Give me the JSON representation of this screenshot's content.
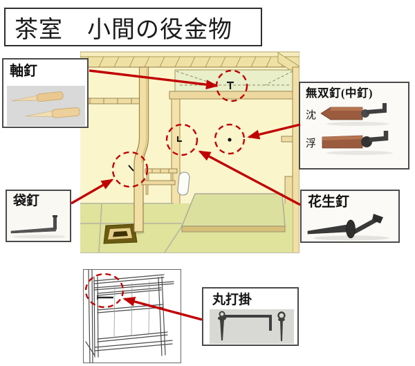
{
  "title": "茶室　小間の役金物",
  "boxes": {
    "jikukugi": {
      "label": "軸釘"
    },
    "musokugi": {
      "label": "無双釘(中釘)",
      "variant_sunk": "沈",
      "variant_float": "浮"
    },
    "fukurokugi": {
      "label": "袋釘"
    },
    "hanaikekugi": {
      "label": "花生釘"
    },
    "maruuchikake": {
      "label": "丸打掛"
    }
  },
  "illustration": {
    "description": "tea-room interior with red dashed callout circles marking nail positions",
    "callouts": [
      "jikukugi-ceiling-nail",
      "hanaikekugi-post-hook",
      "musokugi-wall-dot",
      "fukurokugi-wall-nail",
      "maruuchikake-window-latch"
    ]
  },
  "colors": {
    "accent_red": "#C00000",
    "wall": "#FBF5CC",
    "wood_post": "#F2DFA5",
    "beam": "#EDD9A0",
    "tokonoma_ceiling": "#E9EFC9",
    "tatami": "#DFE39B",
    "kamachi": "#D8C078",
    "hearth_frame": "#6B5B12",
    "copper": "#9A5B3F",
    "iron": "#3C3C3C",
    "photo_gray": "#D9D9D9"
  }
}
